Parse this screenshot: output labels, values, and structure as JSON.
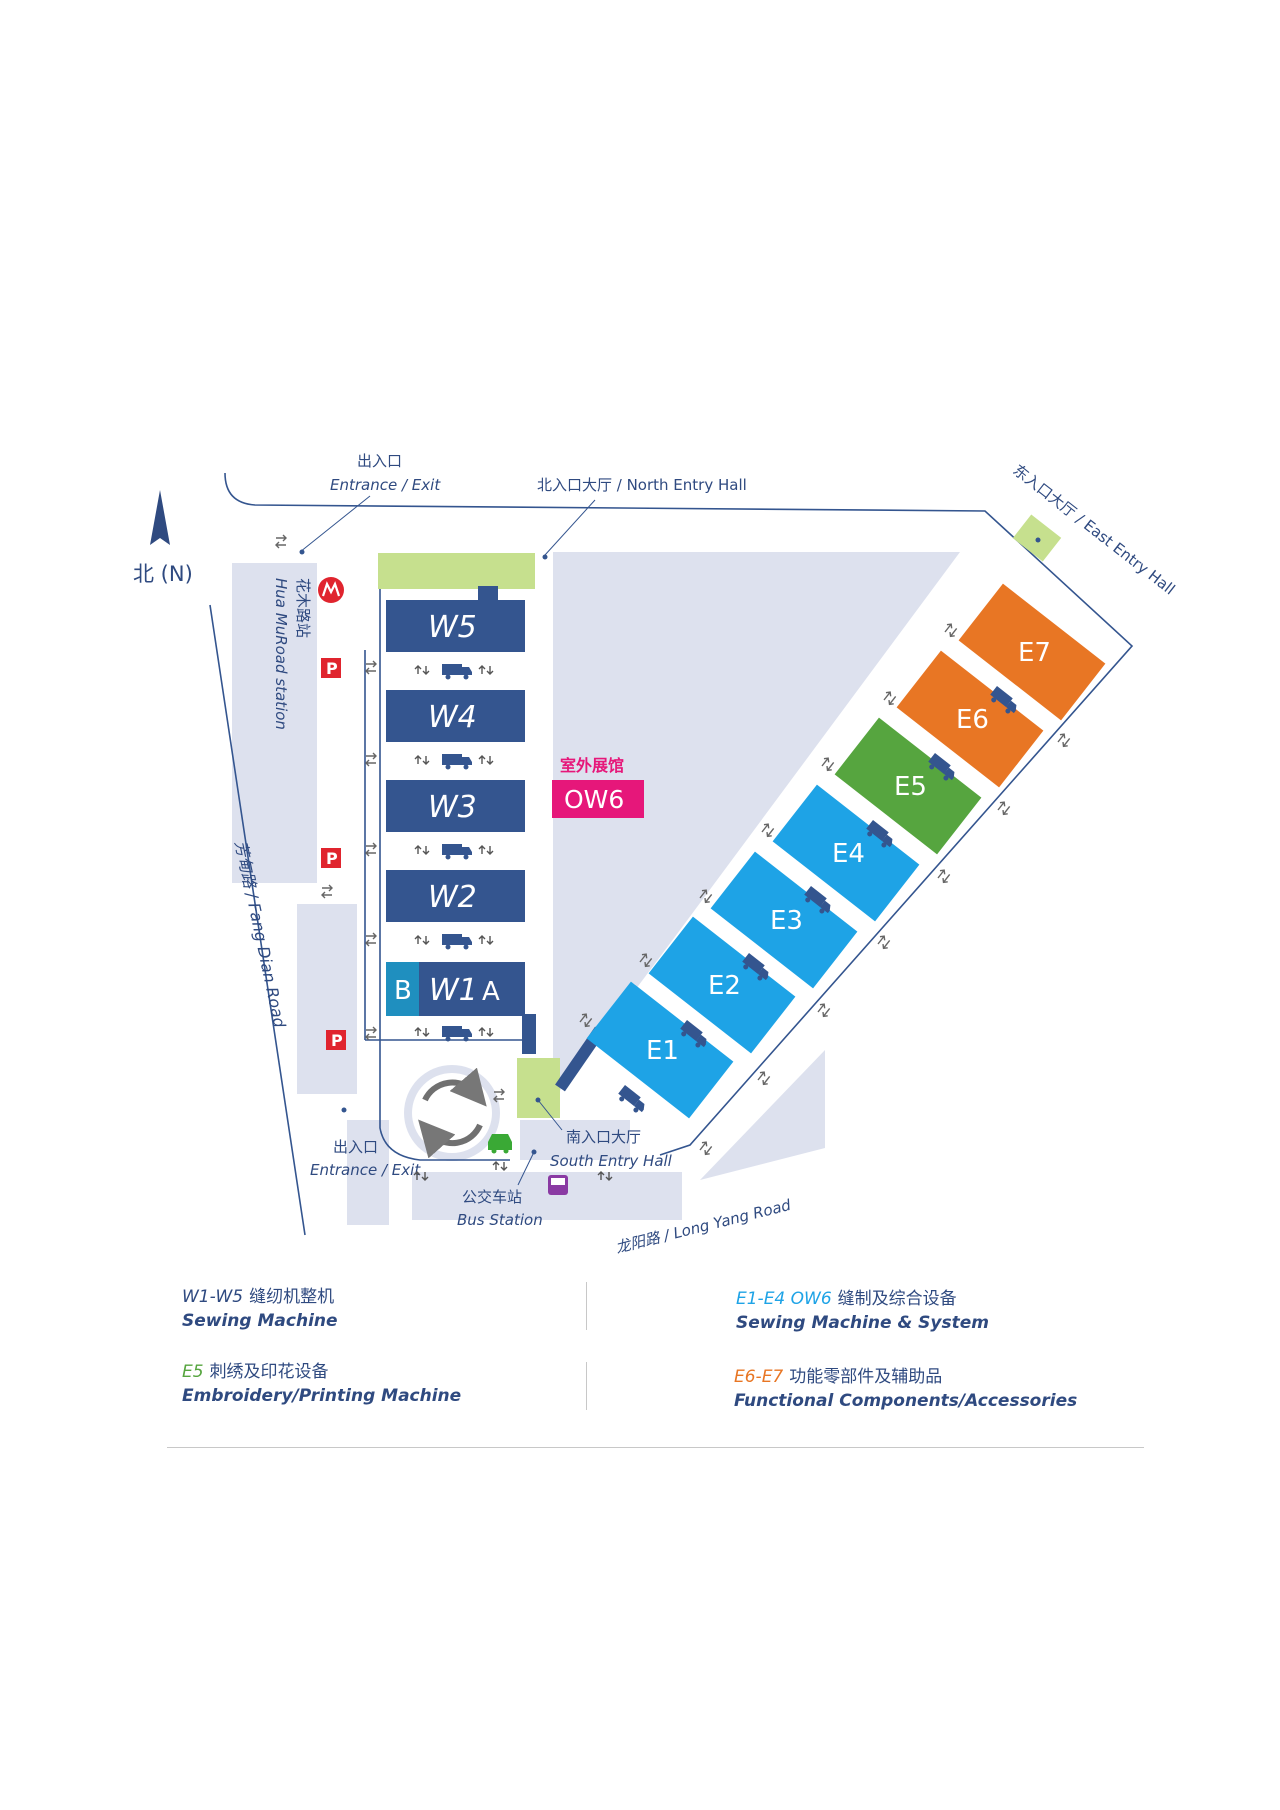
{
  "north": {
    "label": "北 (N)"
  },
  "labels": {
    "entrance_top_zh": "出入口",
    "entrance_top_en": "Entrance / Exit",
    "north_hall": "北入口大厅 / North Entry Hall",
    "east_hall": "东入口大厅 / East Entry Hall",
    "station_zh": "花木路站",
    "station_en": "Hua MuRoad station",
    "fang_dian": "芳甸路 / Fang Dian Road",
    "outdoor_zh": "室外展馆",
    "ow6": "OW6",
    "south_hall_zh": "南入口大厅",
    "south_hall_en": "South Entry Hall",
    "entrance_bottom_zh": "出入口",
    "entrance_bottom_en": "Entrance / Exit",
    "bus_zh": "公交车站",
    "bus_en": "Bus Station",
    "long_yang": "龙阳路 / Long Yang Road",
    "parking": "P",
    "w1_b": "B",
    "w1_a": "A"
  },
  "west_halls": [
    "W5",
    "W4",
    "W3",
    "W2",
    "W1"
  ],
  "east_halls": [
    "E1",
    "E2",
    "E3",
    "E4",
    "E5",
    "E6",
    "E7"
  ],
  "colors": {
    "west_hall": "#34558f",
    "w1_b": "#1f8fbf",
    "east_light_blue": "#1ea3e6",
    "embroidery_green": "#56a53f",
    "accessories_orange": "#e87624",
    "entry_green": "#c6e08e",
    "outdoor_magenta": "#e6177a",
    "ground": "#dde1ee"
  },
  "icons": [
    "north-arrow-icon",
    "metro-icon",
    "parking-icon",
    "truck-icon",
    "car-icon",
    "bus-icon",
    "roundabout-icon"
  ],
  "legend": [
    {
      "code": "W1-W5",
      "zh": "缝纫机整机",
      "en": "Sewing Machine",
      "color": "#2f4a80"
    },
    {
      "code": "E1-E4 OW6",
      "zh": "缝制及综合设备",
      "en": "Sewing Machine  & System",
      "color": "#1ea3e6"
    },
    {
      "code": "E5",
      "zh": "刺绣及印花设备",
      "en": "Embroidery/Printing Machine",
      "color": "#56a53f"
    },
    {
      "code": "E6-E7",
      "zh": "功能零部件及辅助品",
      "en": "Functional Components/Accessories",
      "color": "#e87624"
    }
  ]
}
